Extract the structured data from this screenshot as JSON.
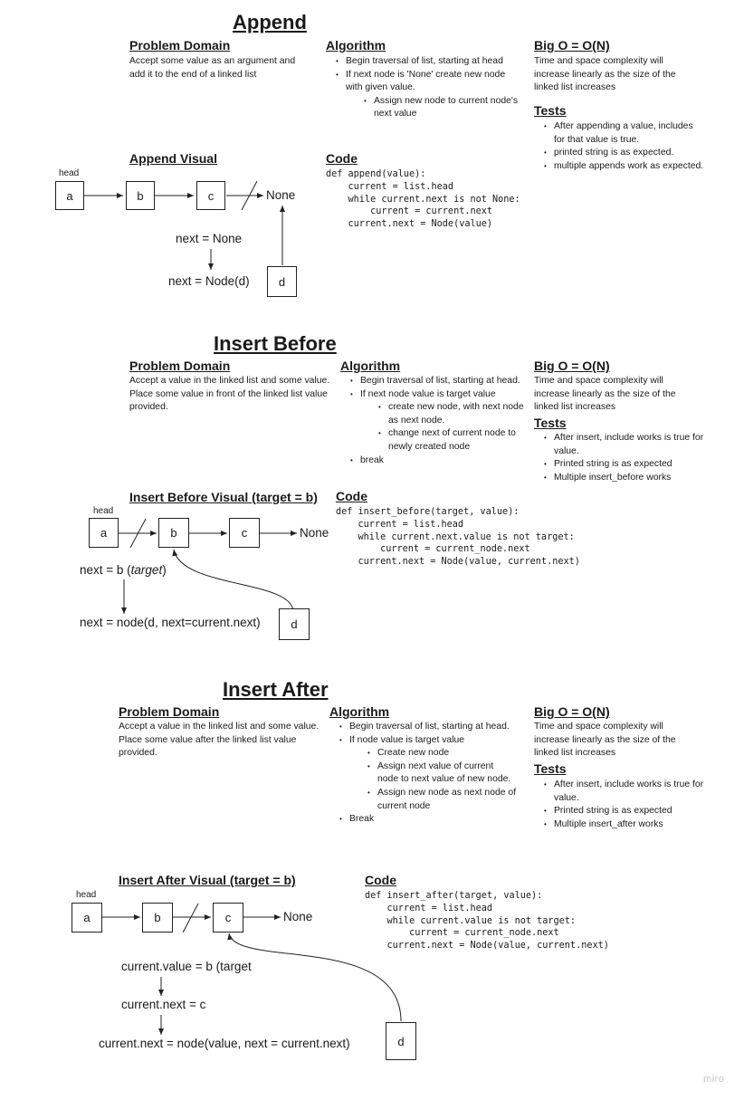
{
  "append": {
    "title": "Append",
    "pd_heading": "Problem Domain",
    "pd_text": "Accept some value as an argument and add it to the end of a linked list",
    "alg_heading": "Algorithm",
    "alg": [
      "Begin traversal of list, starting at head",
      "If next node is 'None' create new node with given value.",
      "Assign new node to current node's next value"
    ],
    "bigo_heading": "Big O = O(N)",
    "bigo_text": "Time and space complexity will increase linearly as the size of the linked list increases",
    "tests_heading": "Tests",
    "tests": [
      "After appending a value, includes for that value is true.",
      "printed string is as expected.",
      "multiple appends work as expected."
    ],
    "visual_heading": "Append Visual",
    "code_heading": "Code",
    "code": "def append(value):\n    current = list.head\n    while current.next is not None:\n        current = current.next\n    current.next = Node(value)",
    "head_label": "head",
    "nodes": [
      "a",
      "b",
      "c",
      "d"
    ],
    "none_label": "None",
    "note1": "next = None",
    "note2": "next = Node(d)"
  },
  "insert_before": {
    "title": "Insert Before",
    "pd_heading": "Problem Domain",
    "pd_text": "Accept a value in the linked list and some value. Place some value in front of the linked list value provided.",
    "alg_heading": "Algorithm",
    "alg": [
      "Begin traversal of list, starting at head.",
      "If next node value is target value",
      "create new node, with next node as next node.",
      "change next of current node to newly created node",
      "break"
    ],
    "bigo_heading": "Big O = O(N)",
    "bigo_text": "Time and space complexity will increase linearly as the size of the linked list increases",
    "tests_heading": "Tests",
    "tests": [
      "After insert, include works is true for value.",
      "Printed string is as expected",
      "Multiple insert_before works"
    ],
    "visual_heading": "Insert Before Visual (target = b)",
    "code_heading": "Code",
    "code": "def insert_before(target, value):\n    current = list.head\n    while current.next.value is not target:\n        current = current_node.next\n    current.next = Node(value, current.next)",
    "head_label": "head",
    "nodes": [
      "a",
      "b",
      "c",
      "d"
    ],
    "none_label": "None",
    "note1_prefix": "next = b (",
    "note1_italic": "target",
    "note1_suffix": ")",
    "note2": "next = node(d, next=current.next)"
  },
  "insert_after": {
    "title": "Insert After",
    "pd_heading": "Problem Domain",
    "pd_text": "Accept a value in the linked list and some value. Place some value after the linked list value provided.",
    "alg_heading": "Algorithm",
    "alg": [
      "Begin traversal of list, starting at head.",
      "If node value is target value",
      "Create new node",
      "Assign next value of current node to next value of new node.",
      "Assign new node as next node of current node",
      "Break"
    ],
    "bigo_heading": "Big O = O(N)",
    "bigo_text": "Time and space complexity will increase linearly as the size of the linked list increases",
    "tests_heading": "Tests",
    "tests": [
      "After insert, include works is true for value.",
      "Printed string is as expected",
      "Multiple insert_after works"
    ],
    "visual_heading": "Insert After Visual (target = b)",
    "code_heading": "Code",
    "code": "def insert_after(target, value):\n    current = list.head\n    while current.value is not target:\n        current = current_node.next\n    current.next = Node(value, current.next)",
    "head_label": "head",
    "nodes": [
      "a",
      "b",
      "c",
      "d"
    ],
    "none_label": "None",
    "note1": "current.value = b (target",
    "note2": "current.next = c",
    "note3": "current.next = node(value, next = current.next)"
  },
  "watermark": "miro"
}
